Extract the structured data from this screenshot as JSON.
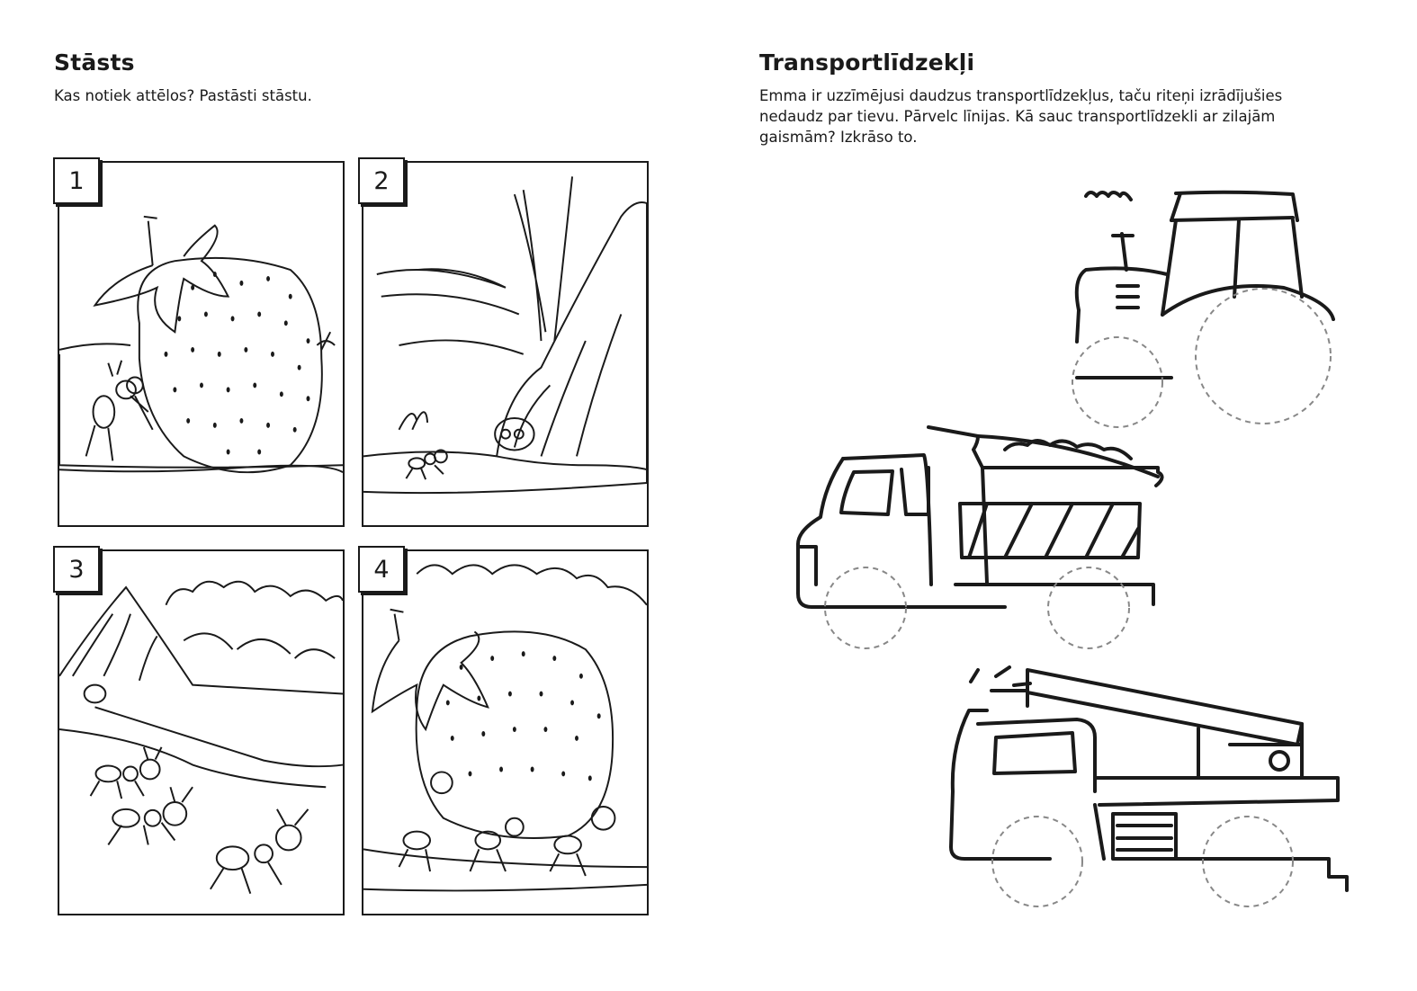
{
  "story": {
    "title": "Stāsts",
    "description": "Kas notiek attēlos? Pastāsti stāstu.",
    "panels": [
      {
        "number": "1",
        "scene_icon": "strawberry-ant-icon"
      },
      {
        "number": "2",
        "scene_icon": "anthill-leaves-icon"
      },
      {
        "number": "3",
        "scene_icon": "ants-walking-icon"
      },
      {
        "number": "4",
        "scene_icon": "ants-carrying-strawberry-icon"
      }
    ]
  },
  "transport": {
    "title": "Transportlīdzekļi",
    "description": "Emma ir uzzīmējusi daudzus transportlīdzekļus, taču riteņi izrādījušies nedaudz par tievu. Pārvelc līnijas. Kā sauc transportlīdzekli ar zilajām gaismām? Izkrāso to.",
    "vehicles": [
      {
        "name": "tractor",
        "icon": "tractor-icon"
      },
      {
        "name": "dump-truck",
        "icon": "dump-truck-icon"
      },
      {
        "name": "fire-truck",
        "icon": "fire-truck-icon"
      }
    ]
  },
  "colors": {
    "ink": "#1a1a1a",
    "dashed_wheel": "#888888",
    "paper": "#ffffff"
  }
}
